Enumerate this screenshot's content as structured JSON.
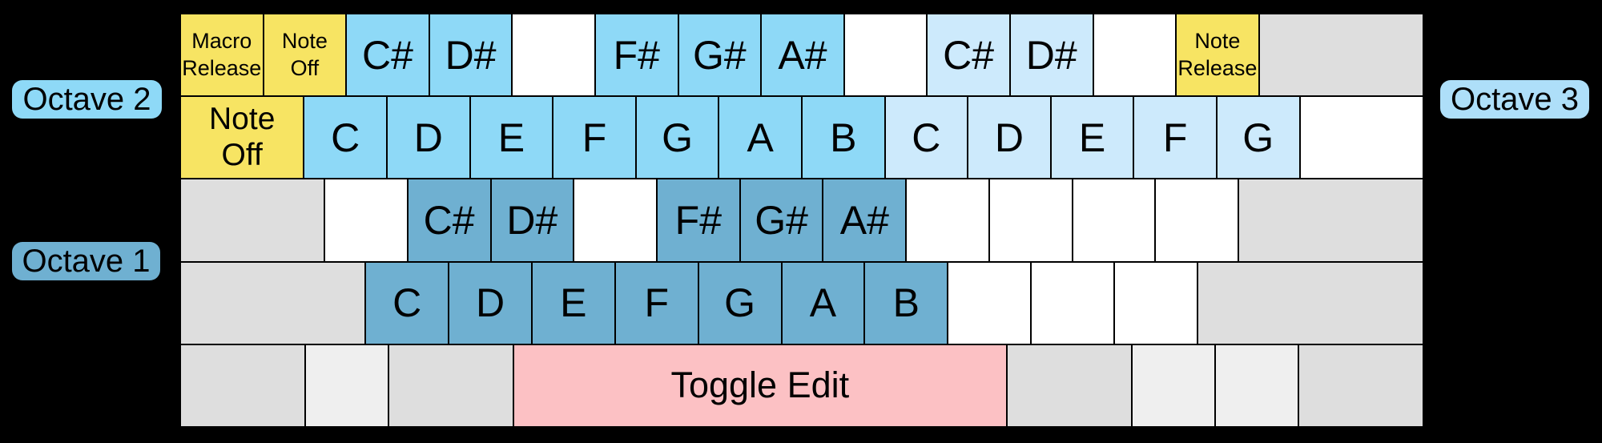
{
  "colors": {
    "background": "#000000",
    "key_border": "#000000",
    "label_text": "#000000",
    "white_key": "#ffffff",
    "gray_key": "#dedede",
    "gray_light_key": "#efefef",
    "yellow_key": "#f7e463",
    "octave1_blue": "#6fb0d1",
    "octave2_blue": "#8ed9f7",
    "octave3_blue": "#cdeafc",
    "octave3_pill": "#aedff9",
    "pink_key": "#fcc1c4"
  },
  "octave_labels": {
    "octave1": "Octave 1",
    "octave2": "Octave 2",
    "octave3": "Octave 3"
  },
  "keyboard": {
    "unit_total": 15,
    "rows": [
      {
        "keys": [
          {
            "label": "Macro\nRelease",
            "color": "yellow",
            "u": 1,
            "variant": "small"
          },
          {
            "label": "Note\nOff",
            "color": "yellow",
            "u": 1,
            "variant": "small"
          },
          {
            "label": "C#",
            "color": "octave2",
            "u": 1
          },
          {
            "label": "D#",
            "color": "octave2",
            "u": 1
          },
          {
            "label": "",
            "color": "white",
            "u": 1
          },
          {
            "label": "F#",
            "color": "octave2",
            "u": 1
          },
          {
            "label": "G#",
            "color": "octave2",
            "u": 1
          },
          {
            "label": "A#",
            "color": "octave2",
            "u": 1
          },
          {
            "label": "",
            "color": "white",
            "u": 1
          },
          {
            "label": "C#",
            "color": "octave3",
            "u": 1
          },
          {
            "label": "D#",
            "color": "octave3",
            "u": 1
          },
          {
            "label": "",
            "color": "white",
            "u": 1
          },
          {
            "label": "Note\nRelease",
            "color": "yellow",
            "u": 1,
            "variant": "small"
          },
          {
            "label": "",
            "color": "gray",
            "u": 2
          }
        ]
      },
      {
        "keys": [
          {
            "label": "Note\nOff",
            "color": "yellow",
            "u": 1.5,
            "variant": "mid"
          },
          {
            "label": "C",
            "color": "octave2",
            "u": 1
          },
          {
            "label": "D",
            "color": "octave2",
            "u": 1
          },
          {
            "label": "E",
            "color": "octave2",
            "u": 1
          },
          {
            "label": "F",
            "color": "octave2",
            "u": 1
          },
          {
            "label": "G",
            "color": "octave2",
            "u": 1
          },
          {
            "label": "A",
            "color": "octave2",
            "u": 1
          },
          {
            "label": "B",
            "color": "octave2",
            "u": 1
          },
          {
            "label": "C",
            "color": "octave3",
            "u": 1
          },
          {
            "label": "D",
            "color": "octave3",
            "u": 1
          },
          {
            "label": "E",
            "color": "octave3",
            "u": 1
          },
          {
            "label": "F",
            "color": "octave3",
            "u": 1
          },
          {
            "label": "G",
            "color": "octave3",
            "u": 1
          },
          {
            "label": "",
            "color": "white",
            "u": 1.5
          }
        ]
      },
      {
        "keys": [
          {
            "label": "",
            "color": "gray",
            "u": 1.75
          },
          {
            "label": "",
            "color": "white",
            "u": 1
          },
          {
            "label": "C#",
            "color": "octave1",
            "u": 1
          },
          {
            "label": "D#",
            "color": "octave1",
            "u": 1
          },
          {
            "label": "",
            "color": "white",
            "u": 1
          },
          {
            "label": "F#",
            "color": "octave1",
            "u": 1
          },
          {
            "label": "G#",
            "color": "octave1",
            "u": 1
          },
          {
            "label": "A#",
            "color": "octave1",
            "u": 1
          },
          {
            "label": "",
            "color": "white",
            "u": 1
          },
          {
            "label": "",
            "color": "white",
            "u": 1
          },
          {
            "label": "",
            "color": "white",
            "u": 1
          },
          {
            "label": "",
            "color": "white",
            "u": 1
          },
          {
            "label": "",
            "color": "gray",
            "u": 2.25
          }
        ]
      },
      {
        "keys": [
          {
            "label": "",
            "color": "gray",
            "u": 2.25
          },
          {
            "label": "C",
            "color": "octave1",
            "u": 1
          },
          {
            "label": "D",
            "color": "octave1",
            "u": 1
          },
          {
            "label": "E",
            "color": "octave1",
            "u": 1
          },
          {
            "label": "F",
            "color": "octave1",
            "u": 1
          },
          {
            "label": "G",
            "color": "octave1",
            "u": 1
          },
          {
            "label": "A",
            "color": "octave1",
            "u": 1
          },
          {
            "label": "B",
            "color": "octave1",
            "u": 1
          },
          {
            "label": "",
            "color": "white",
            "u": 1
          },
          {
            "label": "",
            "color": "white",
            "u": 1
          },
          {
            "label": "",
            "color": "white",
            "u": 1
          },
          {
            "label": "",
            "color": "gray",
            "u": 2.75
          }
        ]
      },
      {
        "keys": [
          {
            "label": "",
            "color": "gray",
            "u": 1.5
          },
          {
            "label": "",
            "color": "gray-light",
            "u": 1
          },
          {
            "label": "",
            "color": "gray",
            "u": 1.5
          },
          {
            "label": "Toggle Edit",
            "color": "pink",
            "u": 6,
            "variant": "large"
          },
          {
            "label": "",
            "color": "gray",
            "u": 1.5
          },
          {
            "label": "",
            "color": "gray-light",
            "u": 1
          },
          {
            "label": "",
            "color": "gray-light",
            "u": 1
          },
          {
            "label": "",
            "color": "gray",
            "u": 1.5
          }
        ]
      }
    ]
  }
}
